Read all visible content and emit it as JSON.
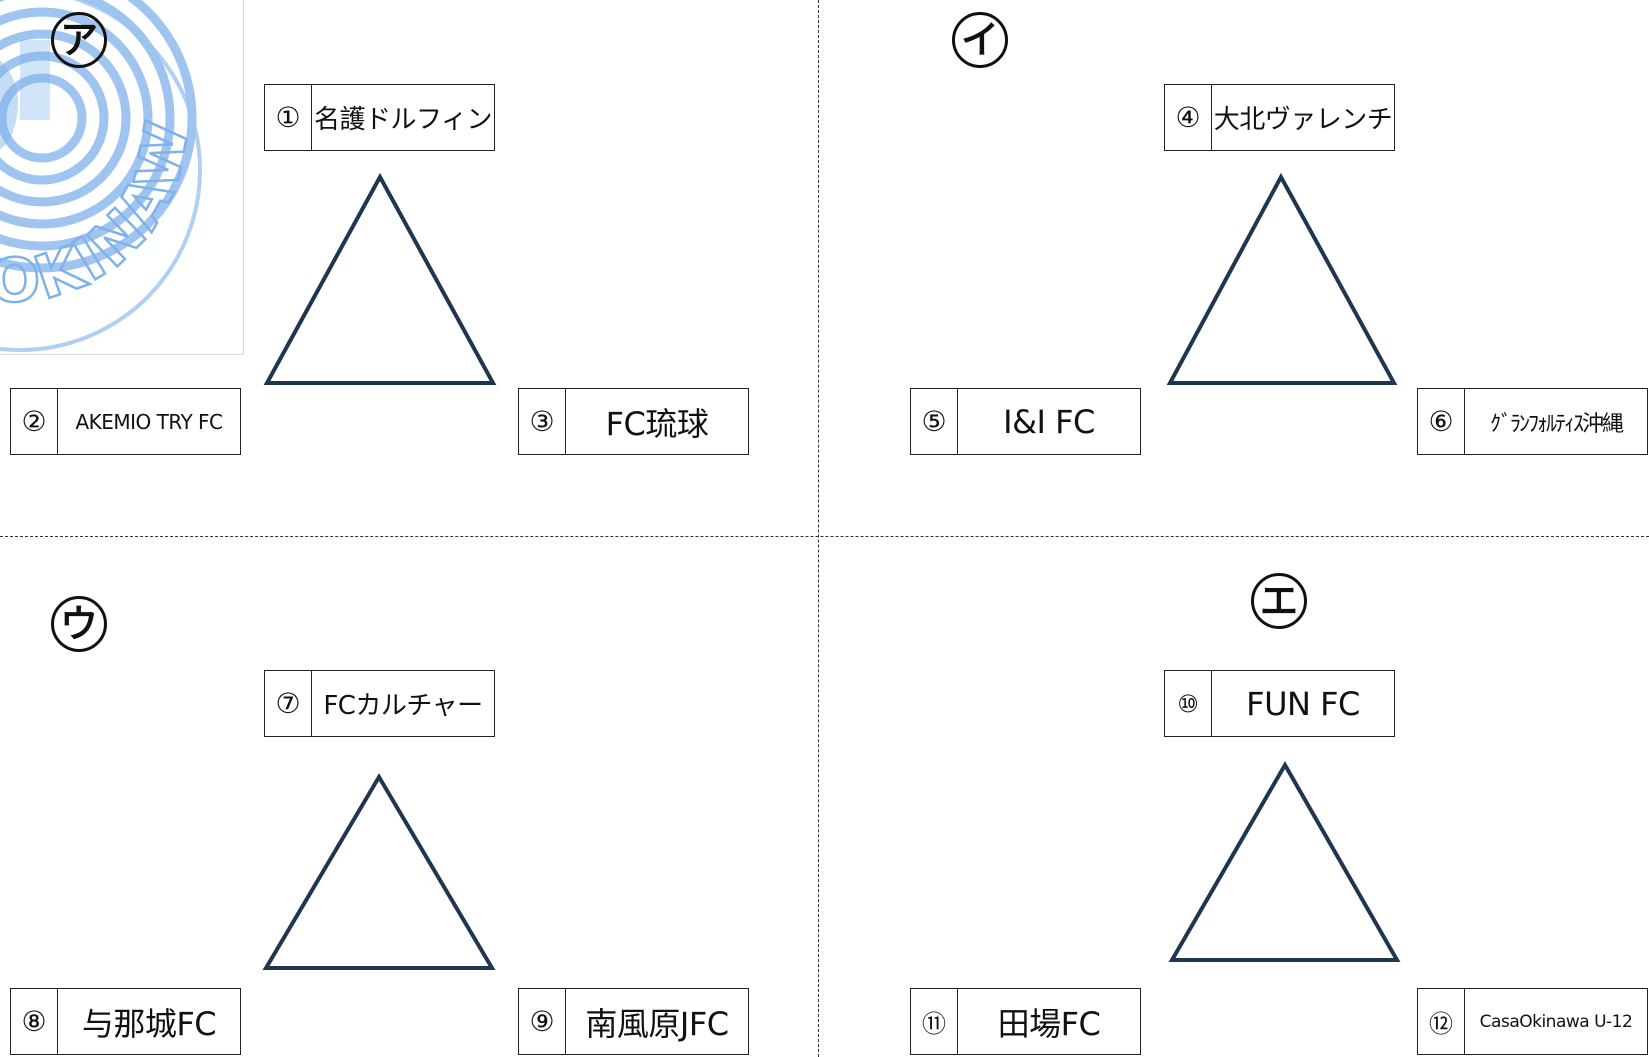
{
  "groups": [
    {
      "mark": "ア",
      "teams": [
        {
          "num": "①",
          "name": "名護ドルフィン"
        },
        {
          "num": "②",
          "name": "AKEMIO TRY FC"
        },
        {
          "num": "③",
          "name": "FC琉球"
        }
      ]
    },
    {
      "mark": "イ",
      "teams": [
        {
          "num": "④",
          "name": "大北ヴァレンチ"
        },
        {
          "num": "⑤",
          "name": "I&I FC"
        },
        {
          "num": "⑥",
          "name": "ｸﾞﾗﾝﾌｫﾙﾃｨｽ沖縄"
        }
      ]
    },
    {
      "mark": "ウ",
      "teams": [
        {
          "num": "⑦",
          "name": "FCカルチャー"
        },
        {
          "num": "⑧",
          "name": "与那城FC"
        },
        {
          "num": "⑨",
          "name": "南風原JFC"
        }
      ]
    },
    {
      "mark": "エ",
      "teams": [
        {
          "num": "⑩",
          "name": "FUN FC"
        },
        {
          "num": "⑪",
          "name": "田場FC"
        },
        {
          "num": "⑫",
          "name": "CasaOkinawa U-12"
        }
      ]
    }
  ],
  "logo": {
    "text": "OKINAWA"
  },
  "colors": {
    "triangle": "#1f3550",
    "logo": "#7fb1ea",
    "lines": "#222222"
  }
}
